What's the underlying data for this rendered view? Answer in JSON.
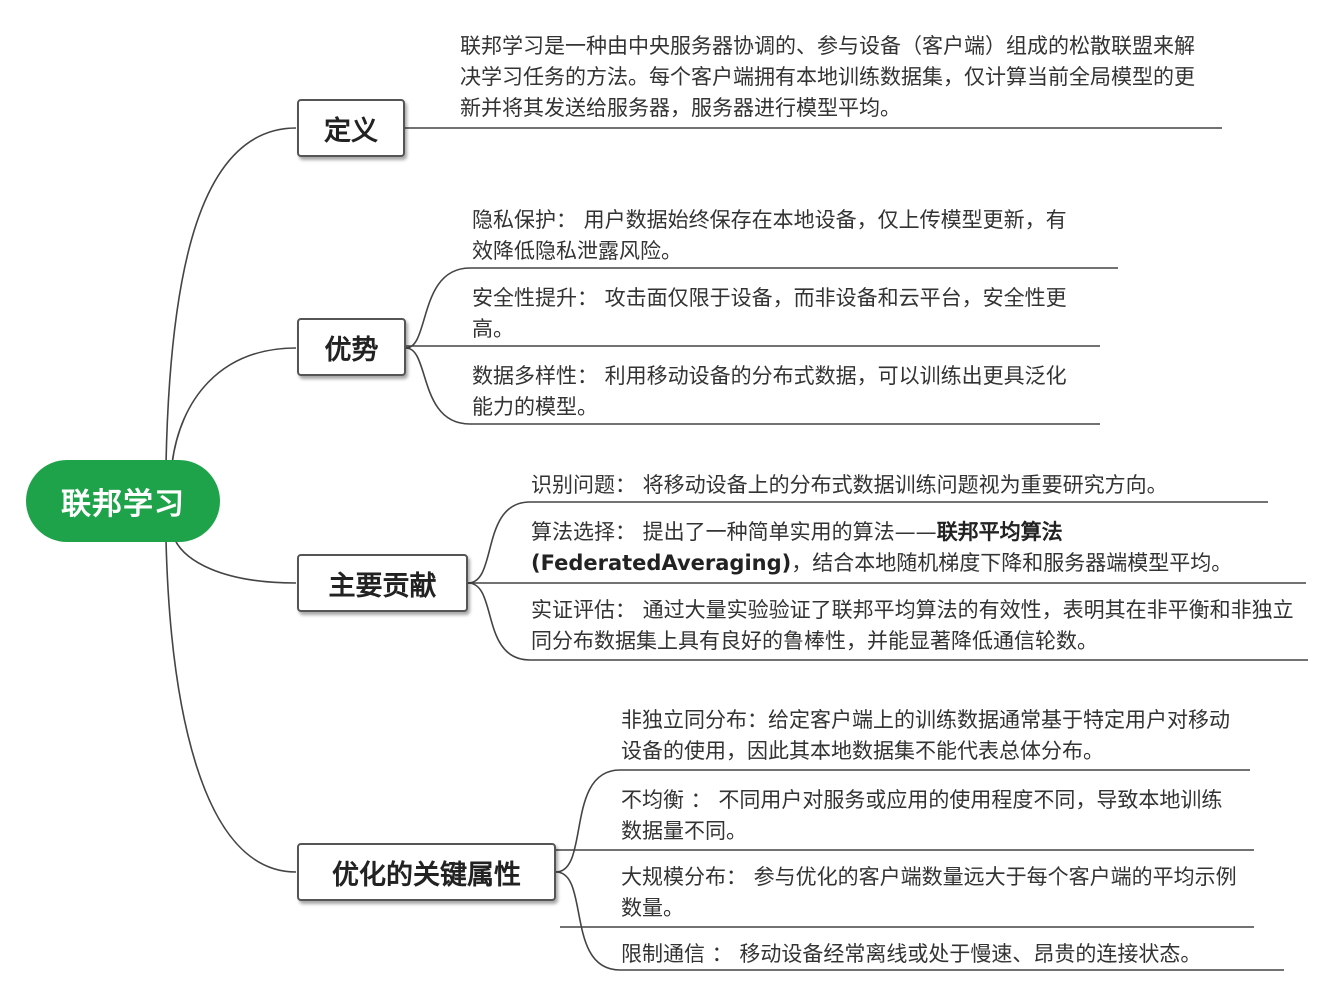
{
  "root": {
    "label": "联邦学习",
    "color": "#1fa34a"
  },
  "branches": [
    {
      "label": "定义",
      "leaves": [
        {
          "text": "联邦学习是一种由中央服务器协调的、参与设备（客户端）组成的松散联盟来解决学习任务的方法。每个客户端拥有本地训练数据集，仅计算当前全局模型的更新并将其发送给服务器，服务器进行模型平均。"
        }
      ]
    },
    {
      "label": "优势",
      "leaves": [
        {
          "label": "隐私保护：",
          "text": " 用户数据始终保存在本地设备，仅上传模型更新，有效降低隐私泄露风险。"
        },
        {
          "label": "安全性提升：",
          "text": " 攻击面仅限于设备，而非设备和云平台，安全性更高。"
        },
        {
          "label": "数据多样性：",
          "text": " 利用移动设备的分布式数据，可以训练出更具泛化能力的模型。"
        }
      ]
    },
    {
      "label": "主要贡献",
      "leaves": [
        {
          "label": "识别问题：",
          "text": " 将移动设备上的分布式数据训练问题视为重要研究方向。"
        },
        {
          "label": "算法选择：",
          "text": " 提出了一种简单实用的算法——",
          "bold": "联邦平均算法 (FederatedAveraging)",
          "text2": "，结合本地随机梯度下降和服务器端模型平均。"
        },
        {
          "label": "实证评估：",
          "text": " 通过大量实验验证了联邦平均算法的有效性，表明其在非平衡和非独立同分布数据集上具有良好的鲁棒性，并能显著降低通信轮数。"
        }
      ]
    },
    {
      "label": "优化的关键属性",
      "leaves": [
        {
          "label": "非独立同分布：",
          "text": "给定客户端上的训练数据通常基于特定用户对移动设备的使用，因此其本地数据集不能代表总体分布。"
        },
        {
          "label": "不均衡 ：",
          "text": " 不同用户对服务或应用的使用程度不同，导致本地训练数据量不同。"
        },
        {
          "label": "大规模分布：",
          "text": " 参与优化的客户端数量远大于每个客户端的平均示例数量。"
        },
        {
          "label": "限制通信 ：",
          "text": " 移动设备经常离线或处于慢速、昂贵的连接状态。"
        }
      ]
    }
  ]
}
